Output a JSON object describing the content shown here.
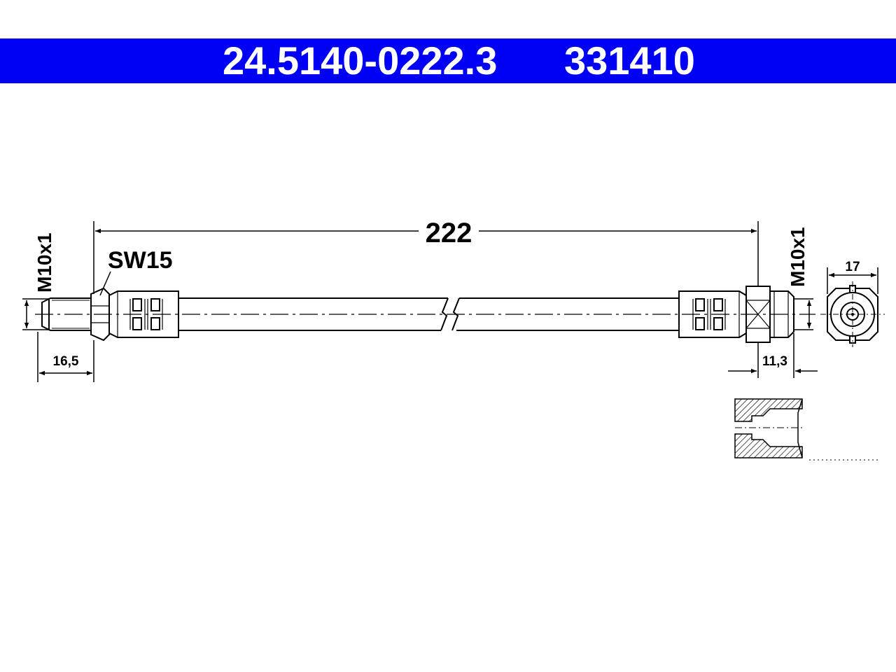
{
  "header": {
    "part_number": "24.5140-0222.3",
    "reference_number": "331410",
    "background_color": "#0000f5",
    "text_color": "#ffffff"
  },
  "dimensions": {
    "overall_length": "222",
    "wrench_size": "SW15",
    "left_thread": "M10x1",
    "right_thread": "M10x1",
    "left_fitting_length": "16,5",
    "right_fitting_length": "11,3",
    "end_view_diameter": "17"
  },
  "drawing": {
    "line_color": "#000000"
  }
}
